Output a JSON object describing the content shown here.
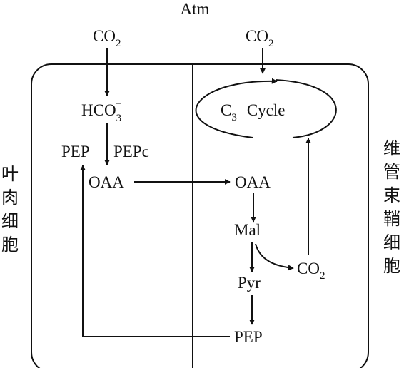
{
  "labels": {
    "atm": "Atm",
    "co2_left_main": "CO",
    "co2_left_sub": "2",
    "co2_right_main": "CO",
    "co2_right_sub": "2",
    "hco3_main": "HCO",
    "hco3_sub": "3",
    "hco3_sup": "−",
    "pep_left": "PEP",
    "pepc": "PEPc",
    "oaa_left": "OAA",
    "oaa_right": "OAA",
    "mal": "Mal",
    "pyr": "Pyr",
    "pep_right": "PEP",
    "co2_release_main": "CO",
    "co2_release_sub": "2",
    "cycle_c": "C",
    "cycle_sub": "3",
    "cycle_word": "Cycle"
  },
  "side_labels": {
    "left": [
      "叶",
      "肉",
      "细",
      "胞"
    ],
    "right": [
      "维",
      "管",
      "束",
      "鞘",
      "细",
      "胞"
    ]
  }
}
